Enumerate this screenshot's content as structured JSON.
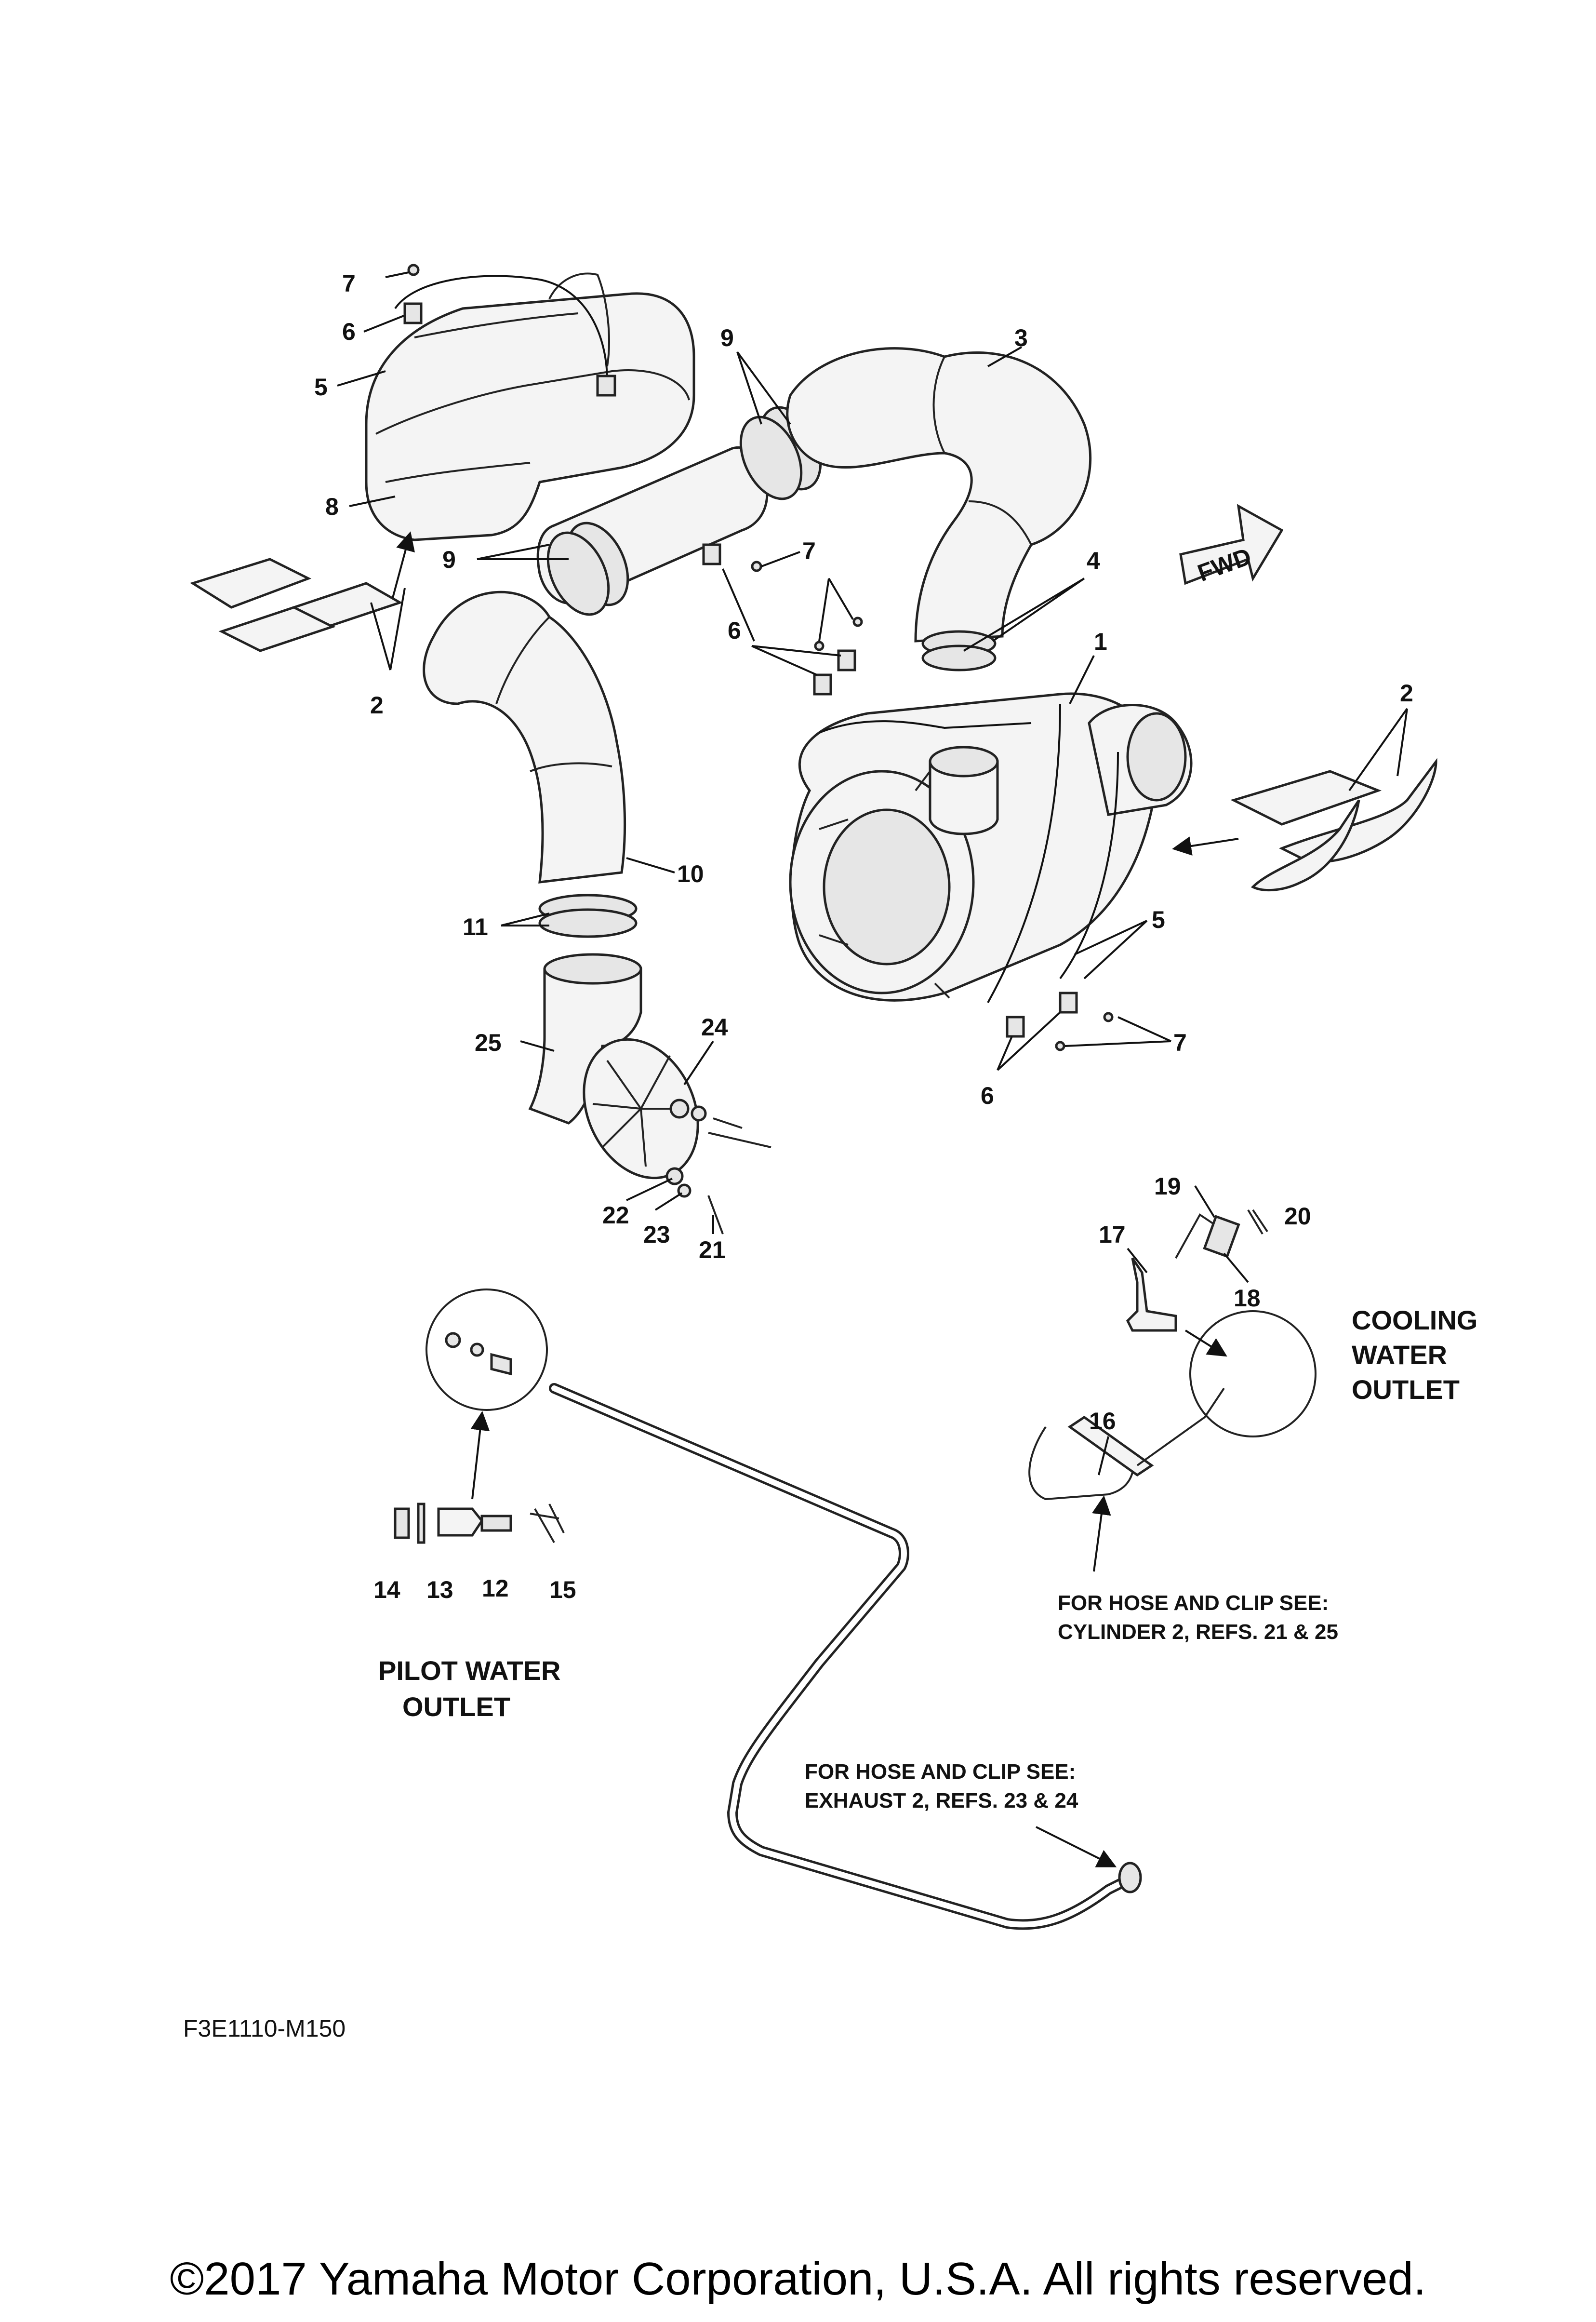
{
  "drawing_code": "F3E1110-M150",
  "copyright": "©2017 Yamaha Motor Corporation, U.S.A. All rights reserved.",
  "fwd_label": "FWD",
  "labels": {
    "cooling_water_outlet": [
      "COOLING",
      "WATER",
      "OUTLET"
    ],
    "pilot_water_outlet": [
      "PILOT WATER",
      "OUTLET"
    ],
    "note_cylinder": [
      "FOR HOSE AND CLIP SEE:",
      "CYLINDER 2, REFS. 21 & 25"
    ],
    "note_exhaust": [
      "FOR HOSE AND CLIP SEE:",
      "EXHAUST 2, REFS. 23 & 24"
    ]
  },
  "refs": {
    "r7a": "7",
    "r6a": "6",
    "r5a": "5",
    "r8": "8",
    "r9a": "9",
    "r3": "3",
    "r9b": "9",
    "r7b": "7",
    "r6b": "6",
    "r4": "4",
    "r1": "1",
    "r2a": "2",
    "r2b": "2",
    "r10": "10",
    "r11": "11",
    "r5b": "5",
    "r25": "25",
    "r24": "24",
    "r7c": "7",
    "r6c": "6",
    "r22": "22",
    "r23": "23",
    "r21": "21",
    "r19": "19",
    "r20": "20",
    "r17": "17",
    "r18": "18",
    "r16": "16",
    "r14": "14",
    "r13": "13",
    "r12": "12",
    "r15": "15"
  }
}
